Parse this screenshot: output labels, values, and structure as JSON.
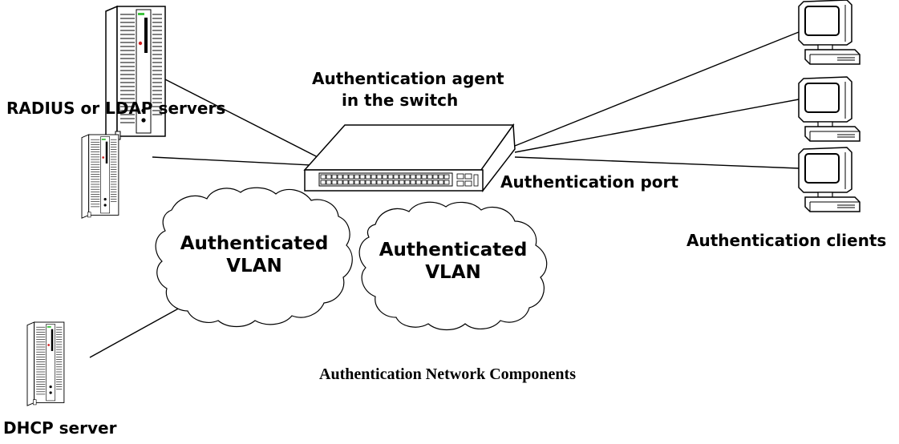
{
  "labels": {
    "radius_servers": "RADIUS or LDAP servers",
    "agent_line1": "Authentication agent",
    "agent_line2": "in the switch",
    "auth_port": "Authentication port",
    "auth_clients": "Authentication clients",
    "vlan1_line1": "Authenticated",
    "vlan1_line2": "VLAN",
    "vlan2_line1": "Authenticated",
    "vlan2_line2": "VLAN",
    "dhcp_server": "DHCP server",
    "caption": "Authentication Network Components"
  },
  "icons": {
    "server": "server-tower-icon",
    "switch": "network-switch-icon",
    "client": "desktop-computer-icon",
    "cloud": "cloud-icon"
  },
  "colors": {
    "stroke": "#000000",
    "server_led_green": "#3ec43e",
    "server_led_red": "#d21f1f"
  }
}
